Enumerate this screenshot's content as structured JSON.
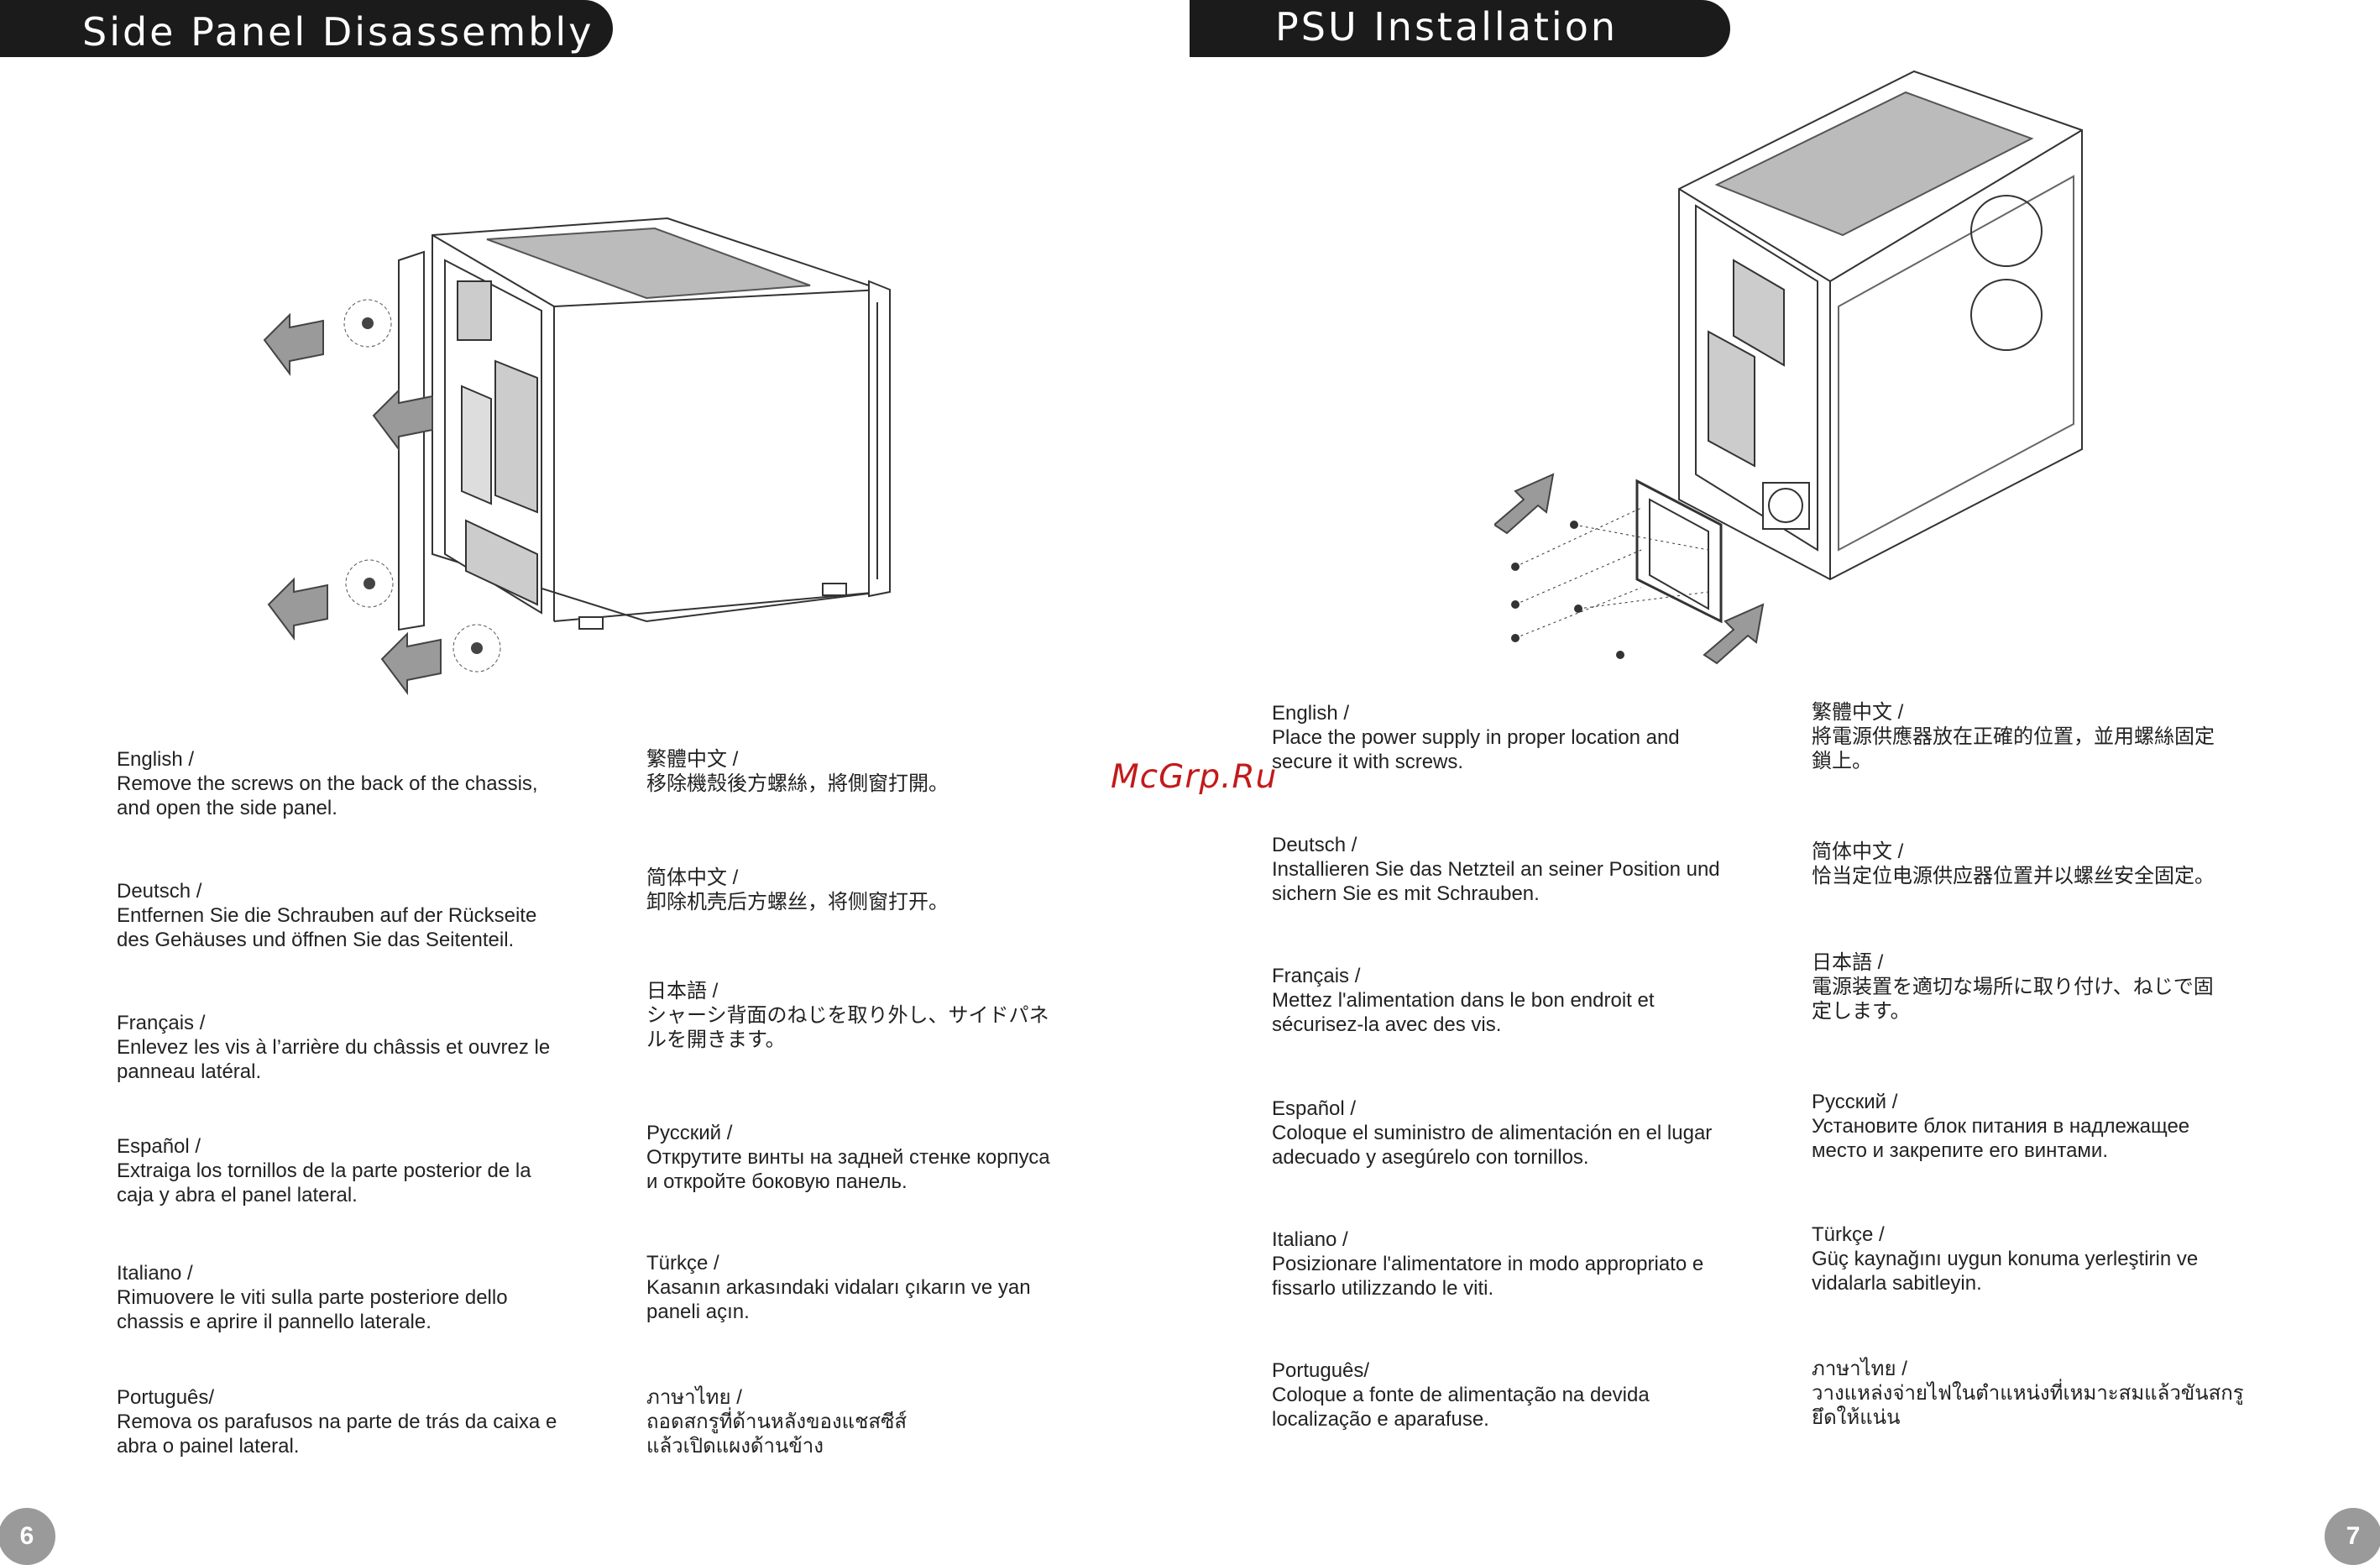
{
  "left_page": {
    "banner": "Side Panel Disassembly",
    "page_number": "6",
    "instructions": [
      {
        "lang": "English /",
        "text": "Remove the screws on the back of the chassis,\nand open the side panel."
      },
      {
        "lang": "Deutsch /",
        "text": "Entfernen Sie die Schrauben auf der Rückseite\ndes Gehäuses und öffnen Sie das Seitenteil."
      },
      {
        "lang": "Français /",
        "text": "Enlevez les vis à l’arrière du châssis et ouvrez le\npanneau latéral."
      },
      {
        "lang": "Español /",
        "text": "Extraiga los tornillos de la parte posterior de la\ncaja y abra el panel lateral."
      },
      {
        "lang": "Italiano /",
        "text": "Rimuovere le viti sulla parte posteriore dello\nchassis e aprire il pannello laterale."
      },
      {
        "lang": "Português/",
        "text": "Remova os parafusos na parte de trás da caixa e\nabra o painel lateral."
      },
      {
        "lang": "繁體中文 /",
        "text": "移除機殼後方螺絲，將側窗打開。"
      },
      {
        "lang": "简体中文 /",
        "text": "卸除机壳后方螺丝，将侧窗打开。"
      },
      {
        "lang": "日本語 /",
        "text": "シャーシ背面のねじを取り外し、サイドパネ\nルを開きます。"
      },
      {
        "lang": "Русский /",
        "text": "Открутите винты на задней стенке корпуса\nи откройте боковую панель."
      },
      {
        "lang": "Türkçe /",
        "text": "Kasanın arkasındaki vidaları çıkarın ve yan\npaneli açın."
      },
      {
        "lang": "ภาษาไทย /",
        "text": "ถอดสกรูที่ด้านหลังของแชสซีส์\nแล้วเปิดแผงด้านข้าง"
      }
    ]
  },
  "right_page": {
    "banner": "PSU Installation",
    "page_number": "7",
    "instructions": [
      {
        "lang": "English /",
        "text": "Place the power supply in proper location and\nsecure it with screws."
      },
      {
        "lang": "Deutsch /",
        "text": "Installieren Sie das Netzteil an seiner Position und\nsichern Sie es mit Schrauben."
      },
      {
        "lang": "Français /",
        "text": "Mettez l'alimentation dans le bon endroit et\nsécurisez-la avec des vis."
      },
      {
        "lang": "Español /",
        "text": "Coloque el suministro de alimentación en el lugar\nadecuado y asegúrelo con tornillos."
      },
      {
        "lang": "Italiano /",
        "text": "Posizionare l'alimentatore in modo appropriato e\nfissarlo utilizzando le viti."
      },
      {
        "lang": "Português/",
        "text": "Coloque a fonte de alimentação na devida\nlocalização e aparafuse."
      },
      {
        "lang": "繁體中文 /",
        "text": "將電源供應器放在正確的位置，並用螺絲固定\n鎖上。"
      },
      {
        "lang": "简体中文 /",
        "text": "恰当定位电源供应器位置并以螺丝安全固定。"
      },
      {
        "lang": "日本語 /",
        "text": "電源装置を適切な場所に取り付け、ねじで固\n定します。"
      },
      {
        "lang": "Русский /",
        "text": "Установите блок питания в надлежащее\nместо и закрепите его винтами."
      },
      {
        "lang": "Türkçe /",
        "text": "Güç kaynağını uygun konuma yerleştirin ve\nvidalarla sabitleyin."
      },
      {
        "lang": "ภาษาไทย /",
        "text": "วางแหล่งจ่ายไฟในตำแหน่งที่เหมาะสมแล้วขันสกรู\nยึดให้แน่น"
      }
    ]
  },
  "watermark": "McGrp.Ru",
  "colors": {
    "banner_bg": "#1b1b1b",
    "watermark": "#c31a1a",
    "page_badge": "#9a9a9a"
  },
  "icons": [
    "arrow-icon",
    "screw-icon",
    "chassis-illustration",
    "psu-illustration"
  ]
}
